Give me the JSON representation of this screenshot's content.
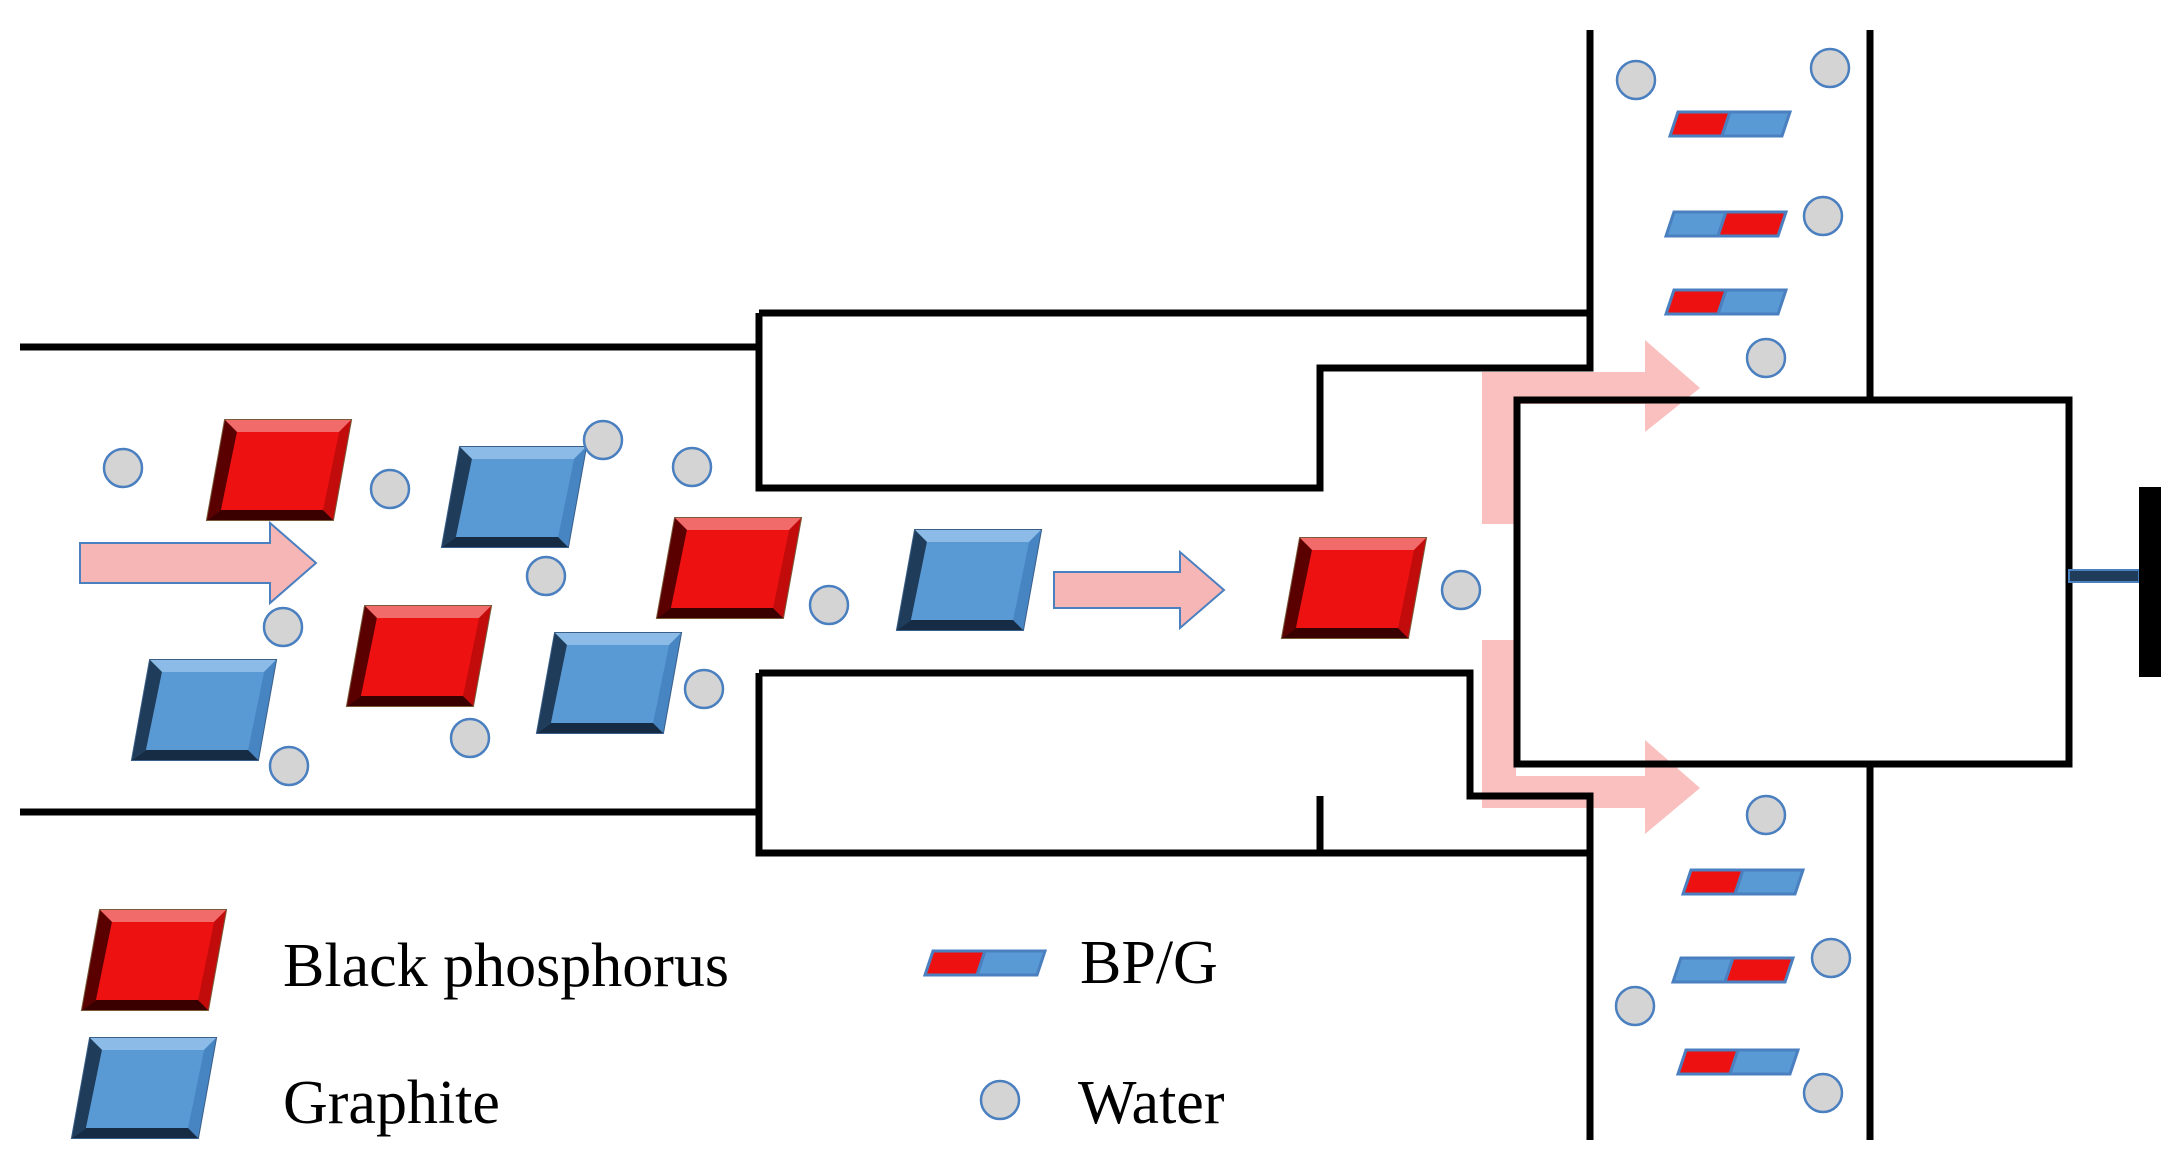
{
  "colors": {
    "black_phosphorus": "#ee1111",
    "graphite": "#5a9ad4",
    "water_fill": "#d4d4d4",
    "water_stroke": "#4a7fc0",
    "flow_arrow": "#f7b6b6",
    "outline": "#000000"
  },
  "legend": {
    "black_phosphorus": "Black phosphorus",
    "graphite": "Graphite",
    "bpg": "BP/G",
    "water": "Water"
  }
}
